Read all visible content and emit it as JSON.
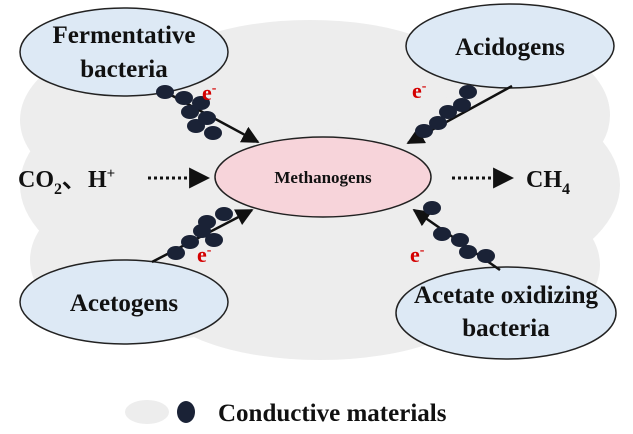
{
  "nodes": {
    "fermentative": {
      "line1": "Fermentative",
      "line2": "bacteria"
    },
    "acidogens": {
      "label": "Acidogens"
    },
    "methanogens": {
      "label": "Methanogens"
    },
    "acetogens": {
      "label": "Acetogens"
    },
    "acetate": {
      "line1": "Acetate oxidizing",
      "line2": "bacteria"
    }
  },
  "inputs": {
    "co2": "CO",
    "co2_sub": "2",
    "sep": "、",
    "h": "H",
    "h_sup": "+"
  },
  "output": {
    "ch": "CH",
    "ch_sub": "4"
  },
  "electron": {
    "base": "e",
    "sup": "-"
  },
  "legend": {
    "label": "Conductive  materials"
  },
  "colors": {
    "node_fill": "#dde9f5",
    "methanogen_fill": "#f7d4da",
    "cloud": "#ededed",
    "particle": "#1a2236",
    "electron": "#d40000"
  }
}
